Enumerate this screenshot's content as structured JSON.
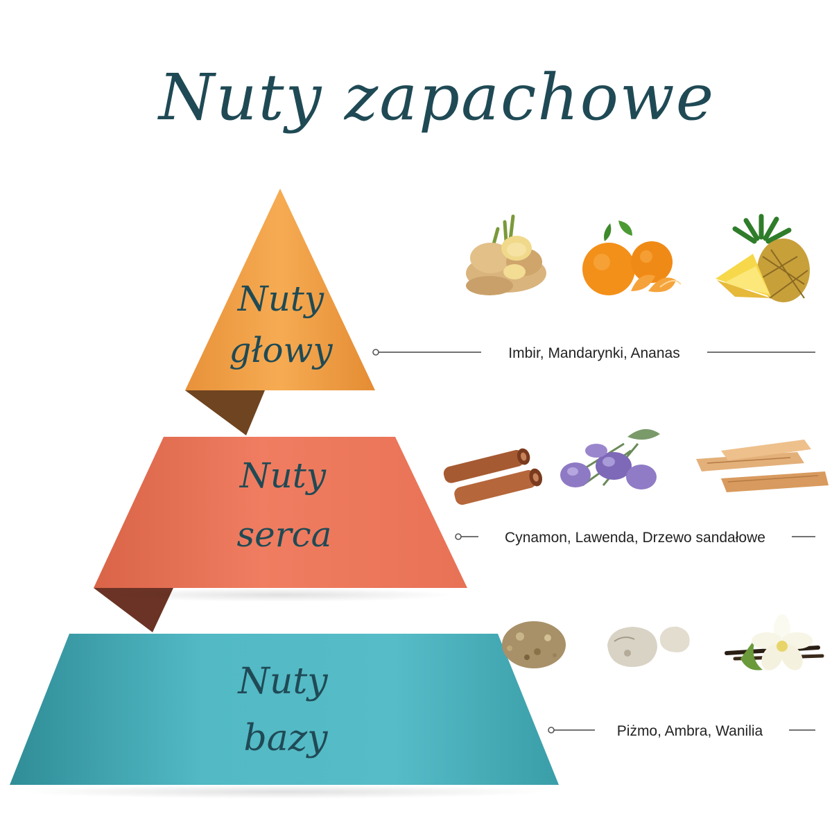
{
  "title": "Nuty zapachowe",
  "colors": {
    "title": "#1f4a55",
    "top_tier": "#f4a548",
    "top_fold": "#7a4a1e",
    "heart_tier": "#ee7c5f",
    "heart_fold": "#6e3526",
    "base_tier": "#4fb8c4",
    "base_edge": "#2e8a94"
  },
  "tiers": [
    {
      "label_line1": "Nuty",
      "label_line2": "głowy",
      "notes": "Imbir, Mandarynki, Ananas",
      "icons": [
        "ginger-icon",
        "mandarin-icon",
        "pineapple-icon"
      ]
    },
    {
      "label_line1": "Nuty",
      "label_line2": "serca",
      "notes": "Cynamon, Lawenda, Drzewo sandałowe",
      "icons": [
        "cinnamon-icon",
        "lavender-icon",
        "sandalwood-icon"
      ]
    },
    {
      "label_line1": "Nuty",
      "label_line2": "bazy",
      "notes": "Piżmo, Ambra, Wanilia",
      "icons": [
        "musk-icon",
        "amber-icon",
        "vanilla-icon"
      ]
    }
  ]
}
